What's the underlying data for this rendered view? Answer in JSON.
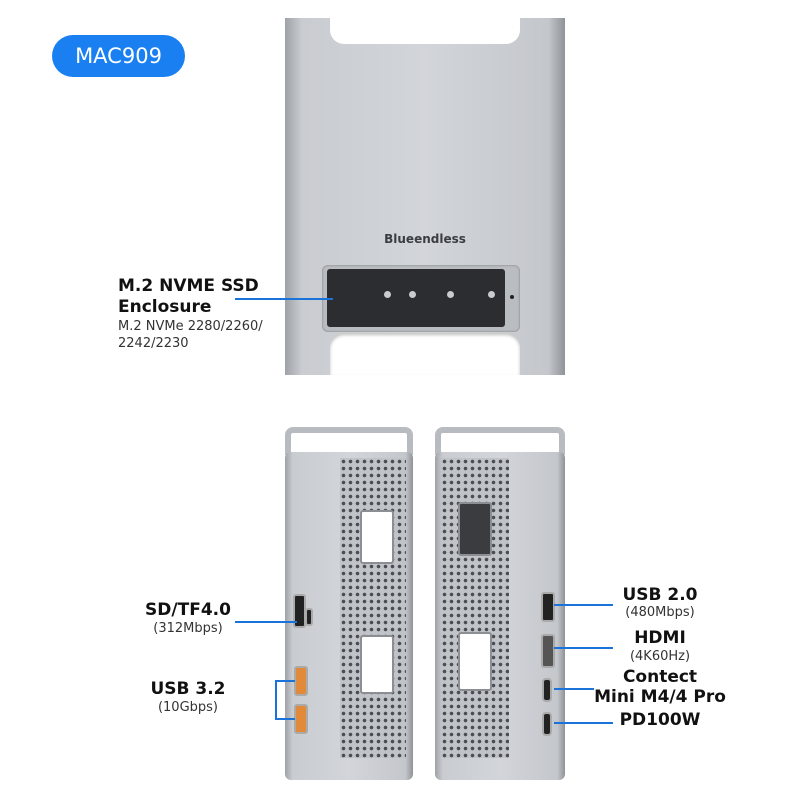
{
  "badge": {
    "label": "MAC909",
    "color": "#1a80f2"
  },
  "top_device": {
    "brand": "Blueendless"
  },
  "ssd_callout": {
    "title_line1": "M.2 NVME SSD",
    "title_line2": "Enclosure",
    "spec_line1": "M.2 NVMe 2280/2260/",
    "spec_line2": "2242/2230"
  },
  "left_callouts": [
    {
      "title": "SD/TF4.0",
      "spec": "(312Mbps)"
    },
    {
      "title": "USB 3.2",
      "spec": "(10Gbps)"
    }
  ],
  "right_callouts": [
    {
      "title": "USB 2.0",
      "spec": "(480Mbps)"
    },
    {
      "title": "HDMI",
      "spec": "(4K60Hz)"
    },
    {
      "title": "Contect",
      "spec": "Mini M4/4 Pro"
    },
    {
      "title": "PD100W"
    }
  ],
  "accent_color": "#1a73d9"
}
